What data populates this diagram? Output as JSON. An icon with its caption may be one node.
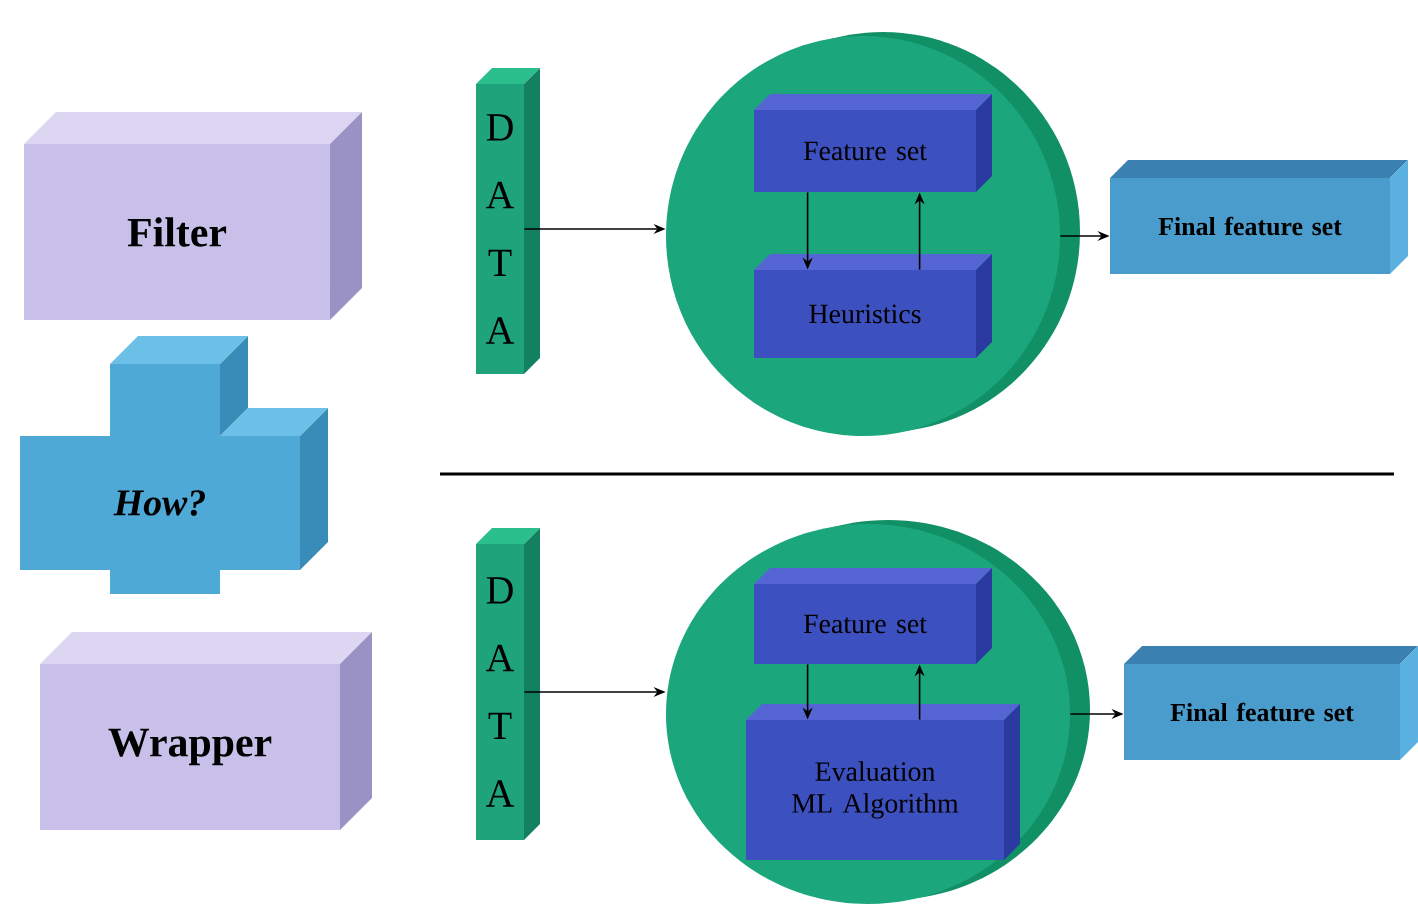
{
  "diagram": {
    "nodes": [
      {
        "text": [
          "Filter"
        ]
      },
      {
        "text": [
          "How?"
        ]
      },
      {
        "text": [
          "Wrapper"
        ]
      },
      {
        "text": [
          "D A T A"
        ]
      },
      {
        "text": [],
        "shape": "circle"
      },
      {
        "text": [
          "Feature set"
        ],
        "in": 4
      },
      {
        "text": [
          "Heuristics"
        ],
        "in": 4
      },
      {
        "text": [
          "Final feature set"
        ]
      },
      {
        "text": [
          "D A T A"
        ]
      },
      {
        "text": [],
        "shape": "circle"
      },
      {
        "text": [
          "Feature set"
        ],
        "in": 9
      },
      {
        "text": [
          "Evaluation ML Algorithm"
        ],
        "in": 9
      },
      {
        "text": [
          "Final feature set"
        ]
      }
    ],
    "edges": [
      {
        "from": 3,
        "to": 4,
        "arrow": "to"
      },
      {
        "from": 5,
        "to": 6,
        "arrow": "to"
      },
      {
        "from": 6,
        "to": 5,
        "arrow": "to"
      },
      {
        "from": 4,
        "to": 7,
        "arrow": "to"
      },
      {
        "from": 8,
        "to": 9,
        "arrow": "to"
      },
      {
        "from": 10,
        "to": 11,
        "arrow": "to"
      },
      {
        "from": 11,
        "to": 10,
        "arrow": "to"
      },
      {
        "from": 9,
        "to": 12,
        "arrow": "to"
      }
    ]
  }
}
